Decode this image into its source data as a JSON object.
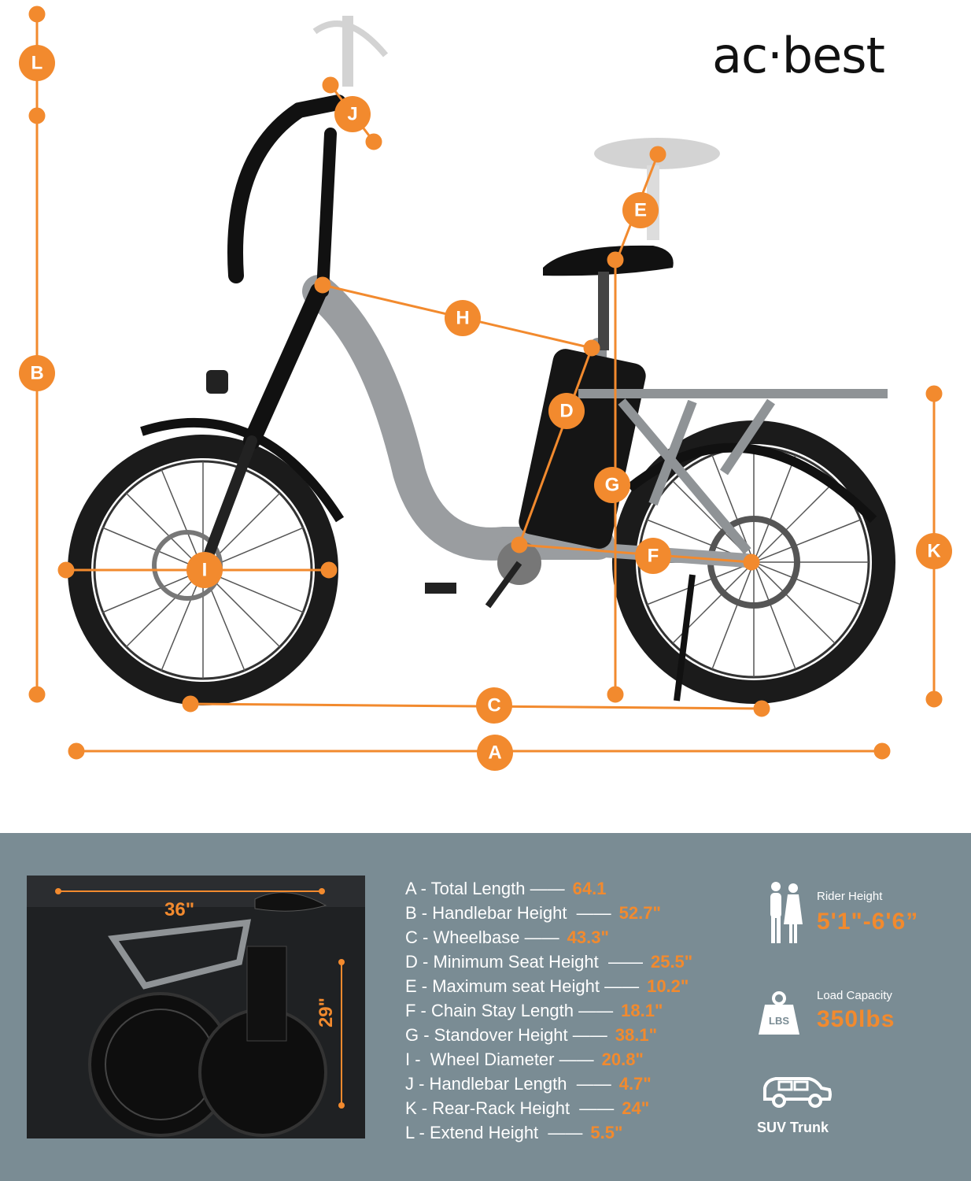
{
  "brand": {
    "logo_text": "ac·best"
  },
  "dimension_markers": [
    "A",
    "B",
    "C",
    "D",
    "E",
    "F",
    "G",
    "H",
    "I",
    "J",
    "K",
    "L"
  ],
  "specs": [
    {
      "label": "A - Total Length ——",
      "value": "64.1"
    },
    {
      "label": "B - Handlebar Height  ——",
      "value": "52.7\""
    },
    {
      "label": "C - Wheelbase ——",
      "value": "43.3\""
    },
    {
      "label": "D - Minimum Seat Height  ——",
      "value": "25.5\""
    },
    {
      "label": "E - Maximum seat Height ——",
      "value": "10.2\""
    },
    {
      "label": "F - Chain Stay Length ——",
      "value": "18.1\""
    },
    {
      "label": "G - Standover Height ——",
      "value": "38.1\""
    },
    {
      "label": "I -  Wheel Diameter ——",
      "value": "20.8\""
    },
    {
      "label": "J - Handlebar Length  ——",
      "value": "4.7\""
    },
    {
      "label": "K - Rear-Rack Height  ——",
      "value": "24\""
    },
    {
      "label": "L - Extend Height  ——",
      "value": "5.5\""
    }
  ],
  "folded": {
    "width_label": "36\"",
    "height_label": "29\""
  },
  "rider": {
    "label": "Rider Height",
    "value": "5'1\"-6'6”"
  },
  "load": {
    "label": "Load Capacity",
    "value": "350lbs",
    "icon_text": "LBS"
  },
  "suv": {
    "label": "SUV Trunk"
  },
  "colors": {
    "accent": "#f28a2e",
    "panel": "#7a8c94",
    "frame": "#9a9da0",
    "tire": "#1b1b1b"
  }
}
